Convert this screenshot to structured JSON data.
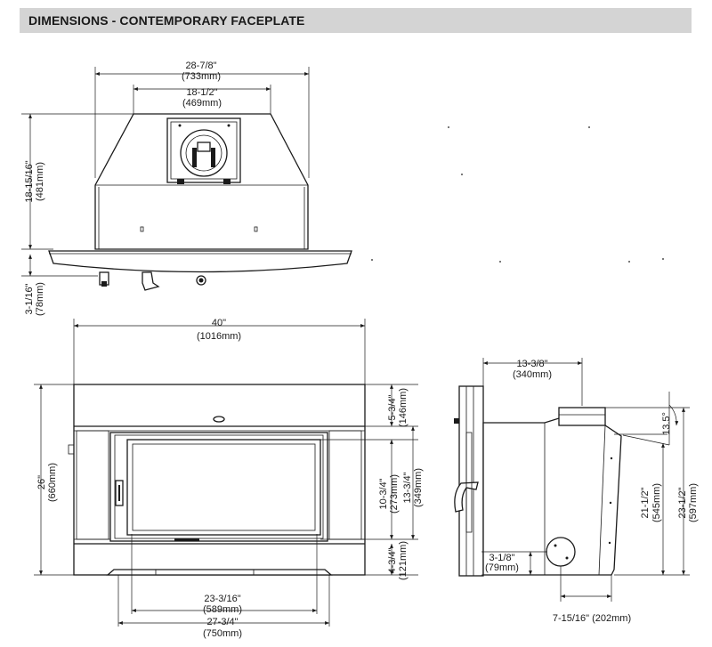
{
  "header": {
    "title": "DIMENSIONS - CONTEMPORARY FACEPLATE"
  },
  "top_view": {
    "overall_width": {
      "imperial": "28-7/8\"",
      "metric": "(733mm)"
    },
    "collar_width": {
      "imperial": "18-1/2\"",
      "metric": "(469mm)"
    },
    "depth": {
      "imperial": "18-15/16\"",
      "metric": "(481mm)"
    },
    "faceplate_depth": {
      "imperial": "3-1/16\"",
      "metric": "(78mm)"
    }
  },
  "front_view": {
    "faceplate_width": {
      "imperial": "40\"",
      "metric": "(1016mm)"
    },
    "faceplate_height": {
      "imperial": "26\"",
      "metric": "(660mm)"
    },
    "top_panel": {
      "imperial": "5-3/4\"",
      "metric": "(146mm)"
    },
    "glass_height": {
      "imperial": "10-3/4\"",
      "metric": "(273mm)"
    },
    "door_height": {
      "imperial": "13-3/4\"",
      "metric": "(349mm)"
    },
    "bottom_panel": {
      "imperial": "4-3/4\"",
      "metric": "(121mm)"
    },
    "glass_width": {
      "imperial": "23-3/16\"",
      "metric": "(589mm)"
    },
    "firebox_width": {
      "imperial": "27-3/4\"",
      "metric": "(750mm)"
    }
  },
  "side_view": {
    "body_depth": {
      "imperial": "13-3/8\"",
      "metric": "(340mm)"
    },
    "angle": "13.5°",
    "rear_height": {
      "imperial": "21-1/2\"",
      "metric": "(545mm)"
    },
    "overall_height": {
      "imperial": "23-1/2\"",
      "metric": "(597mm)"
    },
    "vent_height": {
      "imperial": "3-1/8\"",
      "metric": "(79mm)"
    },
    "vent_offset": {
      "label": "7-15/16\" (202mm)"
    }
  }
}
